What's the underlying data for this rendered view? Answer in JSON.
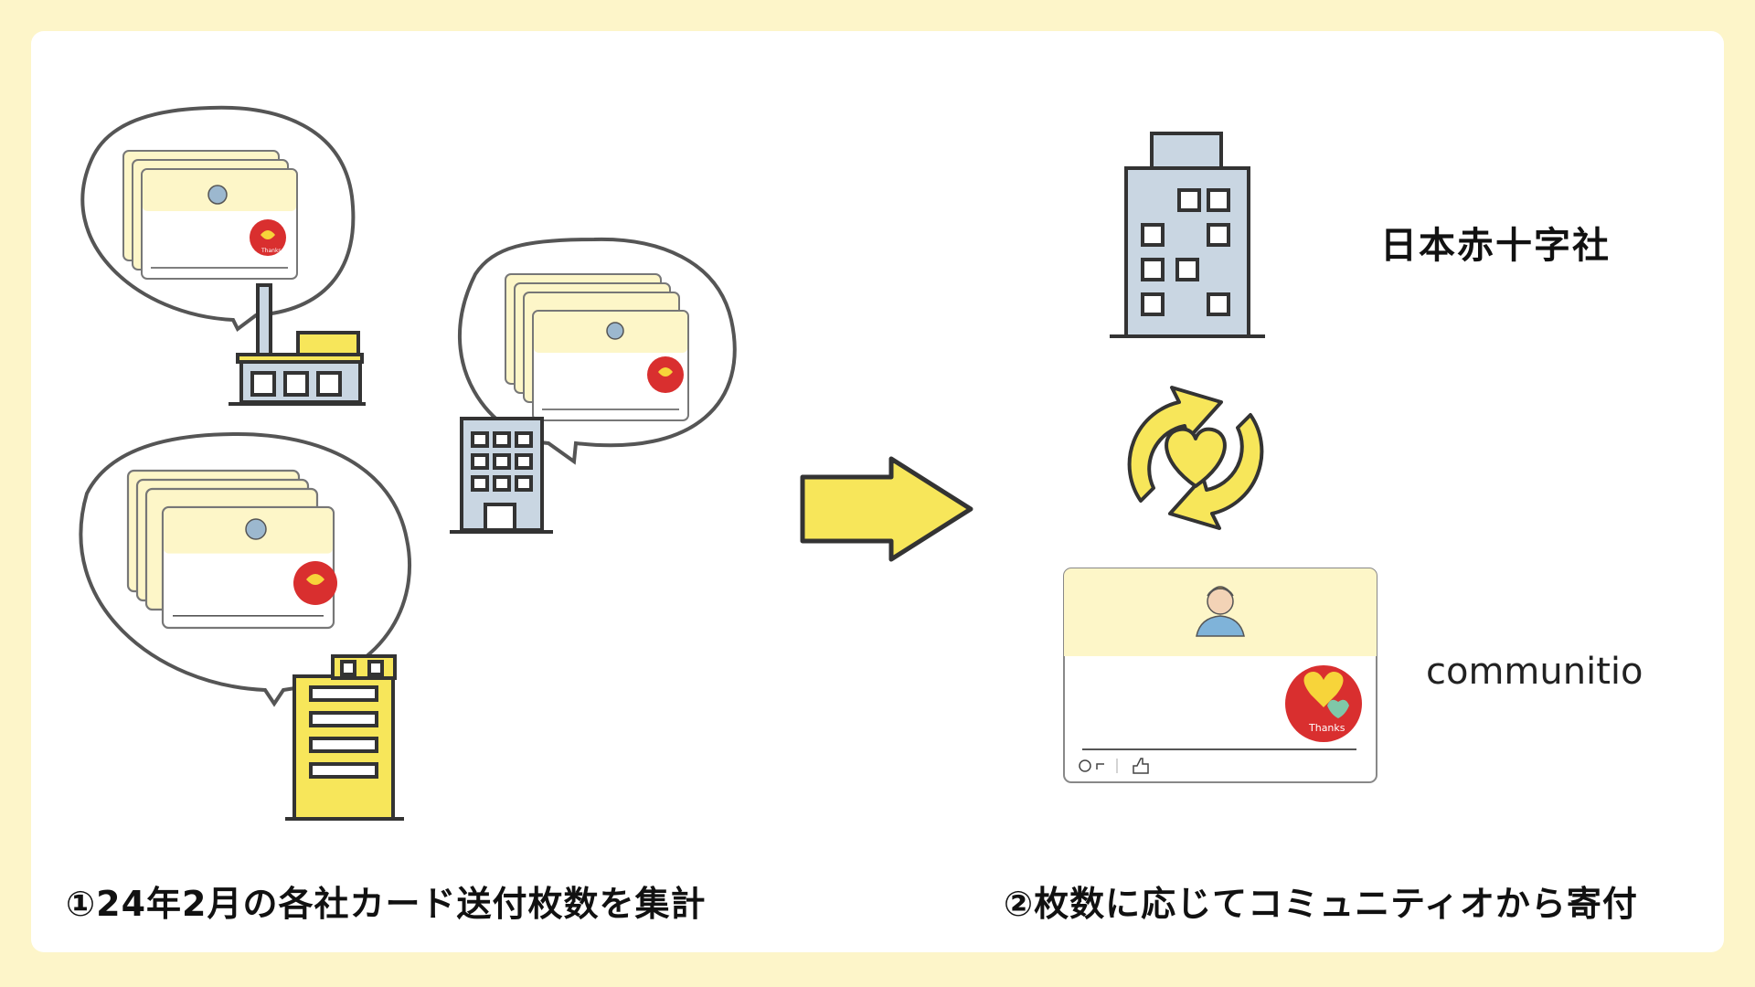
{
  "captions": {
    "step1": "①24年2月の各社カード送付枚数を集計",
    "step2": "②枚数に応じてコミュニティオから寄付"
  },
  "recipient": {
    "name": "日本赤十字社"
  },
  "donor": {
    "logo_text": "communitio"
  },
  "card": {
    "badge_text": "Thanks"
  },
  "colors": {
    "background": "#fdf5c9",
    "panel": "#ffffff",
    "accent_yellow": "#f7e65a",
    "card_header": "#fdf6c8",
    "badge_red": "#d92f2f",
    "building_blue": "#c9d6e2",
    "outline": "#333333"
  },
  "icons": [
    "factory-icon",
    "office-building-icon",
    "yellow-building-icon",
    "arrow-right-icon",
    "cycle-heart-icon",
    "hospital-building-icon",
    "thanks-card-icon"
  ]
}
